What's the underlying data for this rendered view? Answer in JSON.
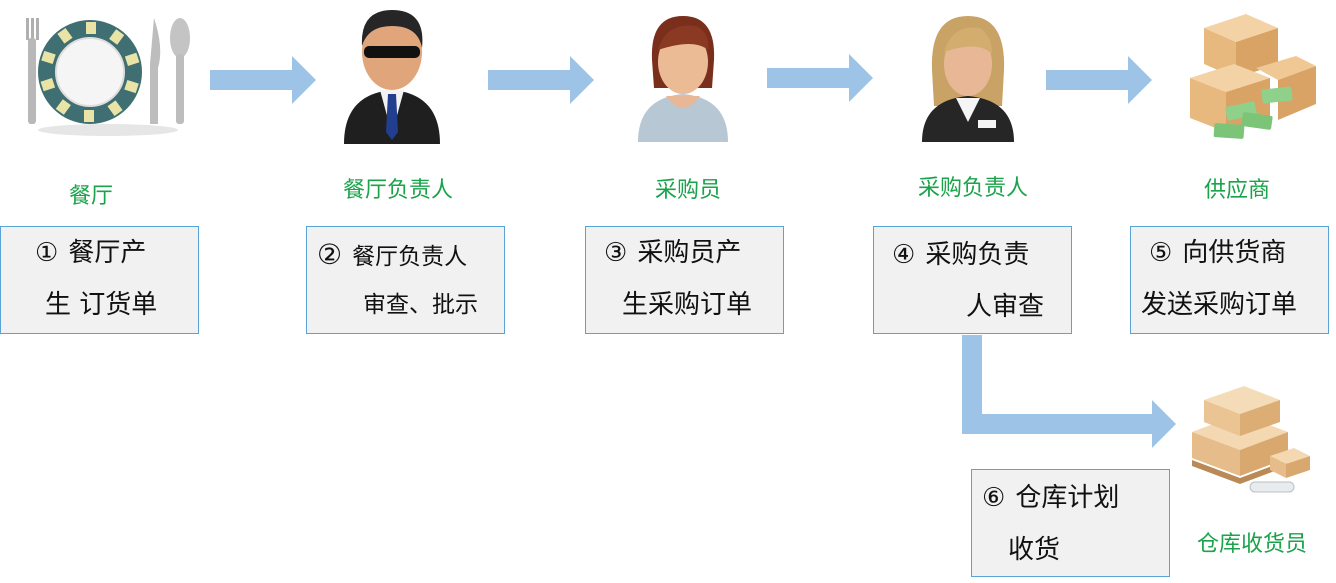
{
  "roles": [
    {
      "id": "restaurant",
      "label": "餐厅",
      "icon": "plate-cutlery-icon"
    },
    {
      "id": "restaurant-manager",
      "label": "餐厅负责人",
      "icon": "businessman-icon"
    },
    {
      "id": "buyer",
      "label": "采购员",
      "icon": "woman-avatar-icon"
    },
    {
      "id": "purchasing-manager",
      "label": "采购负责人",
      "icon": "businesswoman-icon"
    },
    {
      "id": "supplier",
      "label": "供应商",
      "icon": "money-boxes-icon"
    },
    {
      "id": "warehouse-receiver",
      "label": "仓库收货员",
      "icon": "pallet-boxes-icon"
    }
  ],
  "steps": [
    {
      "num": "①",
      "line1": "餐厅产",
      "line2": "生 订货单"
    },
    {
      "num": "②",
      "line1": "餐厅负责人",
      "line2": "审查、批示"
    },
    {
      "num": "③",
      "line1": "采购员产",
      "line2": "生采购订单"
    },
    {
      "num": "④",
      "line1": "采购负责",
      "line2": "人审查"
    },
    {
      "num": "⑤",
      "line1": "向供货商",
      "line2": "发送采购订单"
    },
    {
      "num": "⑥",
      "line1": "仓库计划",
      "line2": "收货"
    }
  ],
  "colors": {
    "arrow": "#9dc3e6",
    "label": "#1aa34a",
    "box_border": "#5aa3d6",
    "box_fill": "#f1f1f1"
  }
}
